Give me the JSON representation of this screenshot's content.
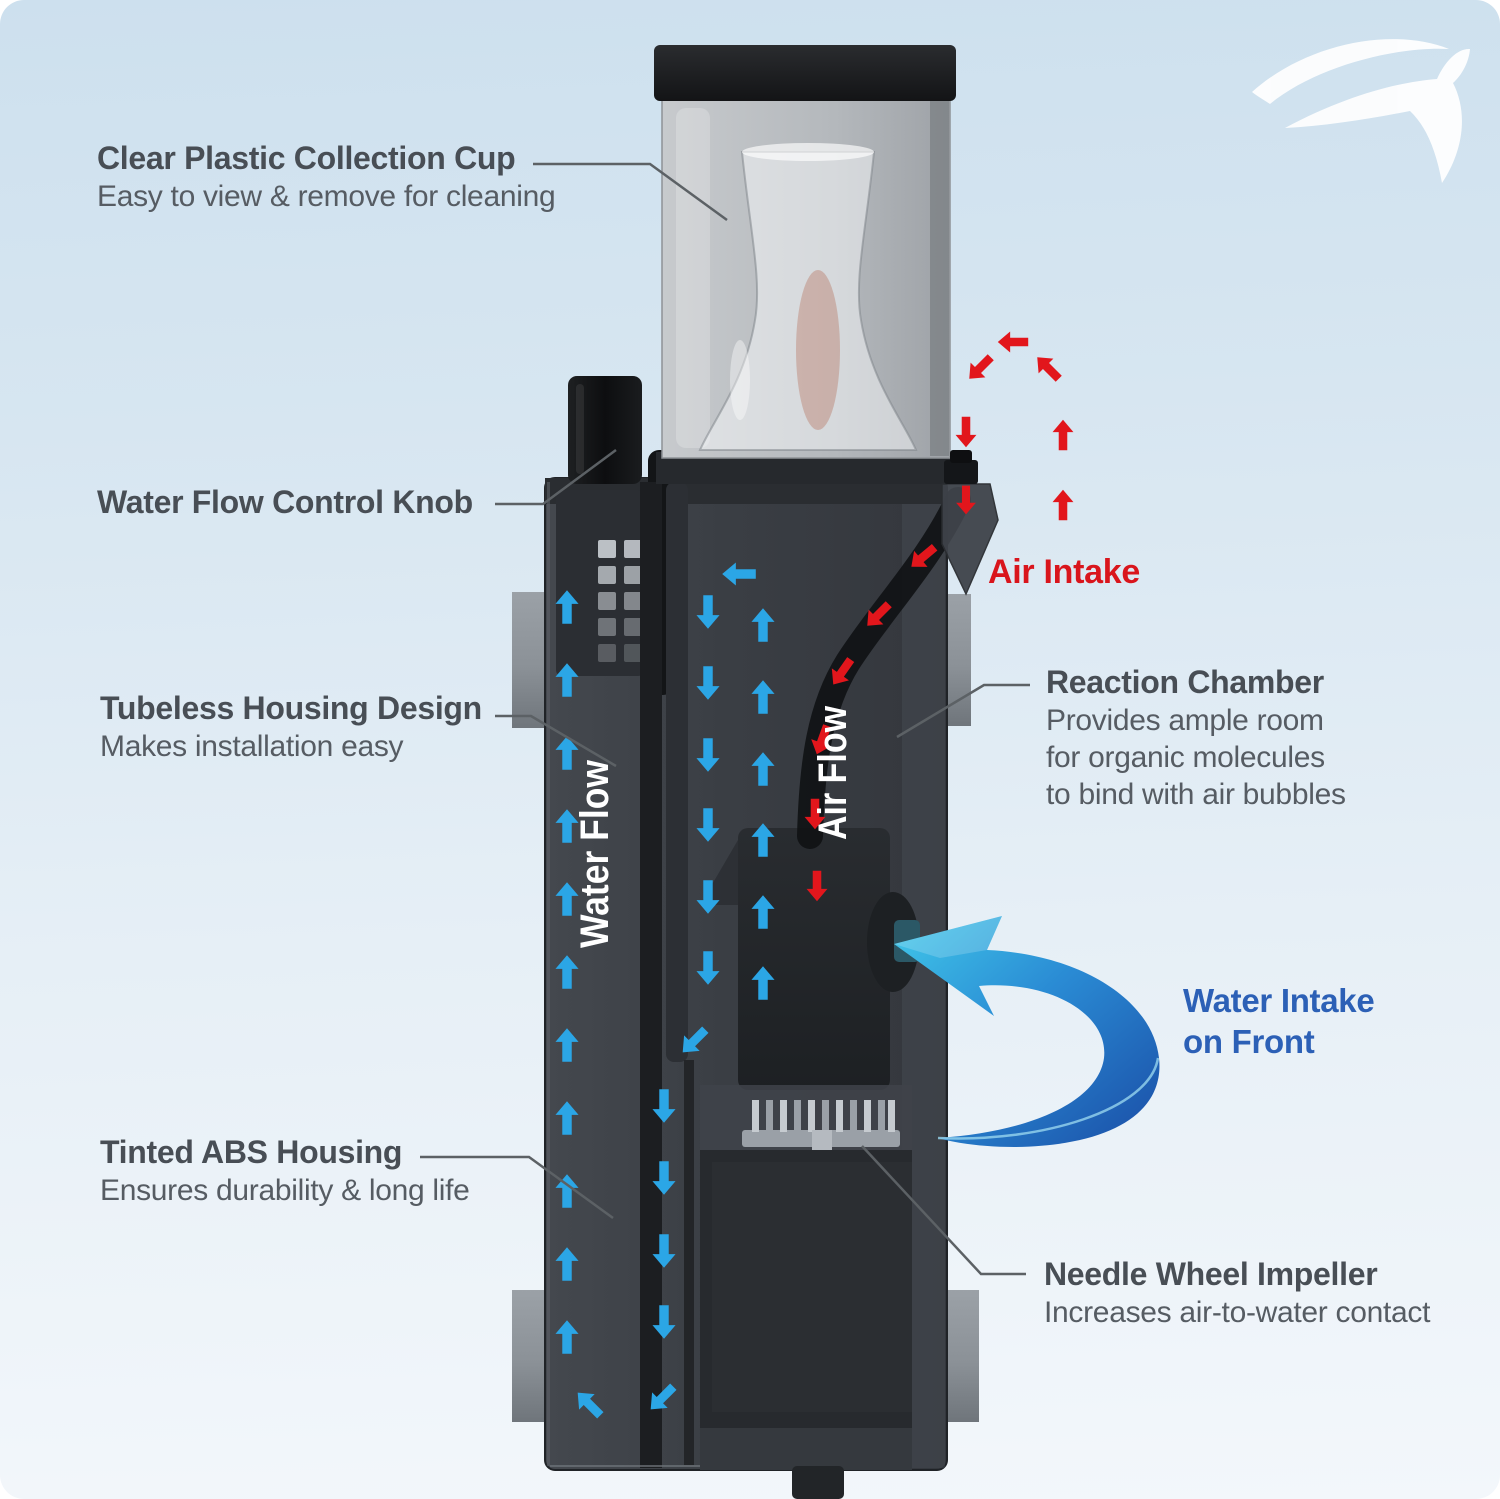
{
  "labels": {
    "collection_cup": {
      "title": "Clear Plastic Collection Cup",
      "subtitle": "Easy to view & remove for cleaning"
    },
    "flow_knob": {
      "title": "Water Flow Control Knob"
    },
    "tubeless_housing": {
      "title": "Tubeless Housing Design",
      "subtitle": "Makes installation easy"
    },
    "tinted_housing": {
      "title": "Tinted ABS Housing",
      "subtitle": "Ensures durability & long life"
    },
    "reaction_chamber": {
      "title": "Reaction Chamber",
      "line1": "Provides ample room",
      "line2": "for organic molecules",
      "line3": "to bind with air bubbles"
    },
    "needle_wheel": {
      "title": "Needle Wheel Impeller",
      "subtitle": "Increases air-to-water contact"
    },
    "air_intake": {
      "title": "Air Intake"
    },
    "water_intake": {
      "line1": "Water Intake",
      "line2": "on Front"
    }
  },
  "device_text": {
    "water_flow_label": "Water Flow",
    "air_flow_label": "Air Flow"
  },
  "icons": {
    "brand_logo": "bird-swoosh-logo",
    "air_flow_arrows": "red-curved-arrow-trail",
    "water_flow_arrows": "blue-arrow-columns",
    "water_intake_arrow": "blue-3d-swoosh-arrow"
  },
  "colors": {
    "background_top": "#cde0ee",
    "background_bottom": "#f3f7fb",
    "accent_red": "#d9151c",
    "accent_blue_text": "#2c60b6",
    "arrow_blue": "#2ba6e6",
    "label_text": "#484e55",
    "device_dark": "#3a3e44"
  }
}
